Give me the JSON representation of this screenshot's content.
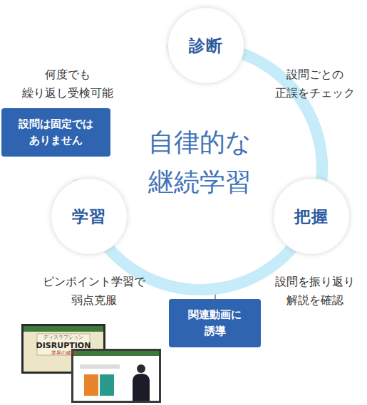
{
  "diagram": {
    "nodes": [
      {
        "text": [
          "診断"
        ]
      },
      {
        "text": [
          "設問は固定では ありません"
        ]
      },
      {
        "text": [
          "学習"
        ]
      },
      {
        "text": [
          "把握"
        ]
      },
      {
        "text": [
          "関連動画に 誘導"
        ]
      }
    ],
    "edges": [
      {
        "from": 0,
        "to": 3,
        "arrow": "none"
      },
      {
        "from": 3,
        "to": 2,
        "arrow": "none"
      },
      {
        "from": 2,
        "to": 0,
        "arrow": "to"
      }
    ],
    "labels": [
      "何度でも 繰り返し受検可能",
      "設問ごとの 正誤をチェック",
      "自律的な 継続学習",
      "ピンポイント学習で 弱点克服",
      "設問を振り返り 解説を確認",
      "ディスラプション",
      "DISRUPTION",
      "業界の破壊"
    ]
  }
}
